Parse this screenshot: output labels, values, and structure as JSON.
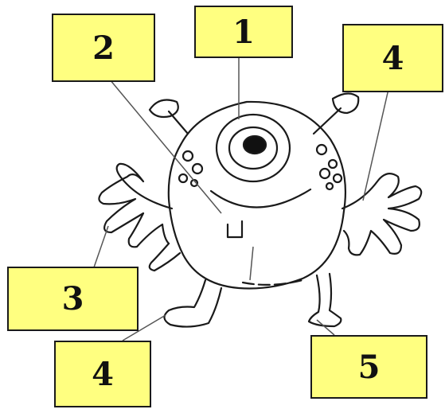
{
  "labels": {
    "box_1": "1",
    "box_2": "2",
    "box_3": "3",
    "box_4_right": "4",
    "box_4_left": "4",
    "box_5": "5"
  },
  "colors": {
    "box_fill": "#ffff80",
    "outline": "#1a1a1a"
  }
}
